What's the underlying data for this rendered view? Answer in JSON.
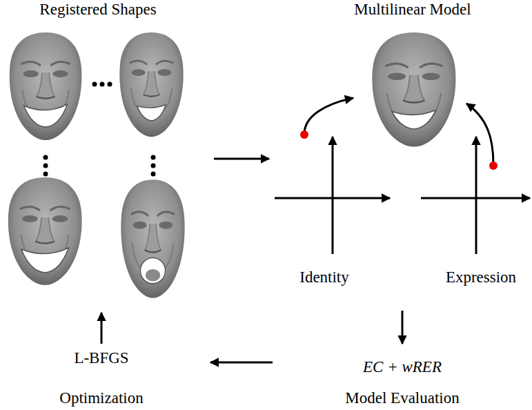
{
  "diagram": {
    "nodes": [
      {
        "text": [
          "Registered Shapes"
        ]
      },
      {
        "text": [
          "Multilinear Model"
        ]
      },
      {
        "text": [
          "EC + wRER",
          "Model Evaluation"
        ]
      },
      {
        "text": [
          "L-BFGS",
          "Optimization"
        ]
      }
    ],
    "edges": [
      {
        "from": 0,
        "to": 1,
        "arrow": "to"
      },
      {
        "from": 1,
        "to": 2,
        "arrow": "to"
      },
      {
        "from": 2,
        "to": 3,
        "arrow": "to"
      },
      {
        "from": 3,
        "to": 0,
        "arrow": "to"
      }
    ],
    "labels": [
      "Identity",
      "Expression"
    ]
  }
}
